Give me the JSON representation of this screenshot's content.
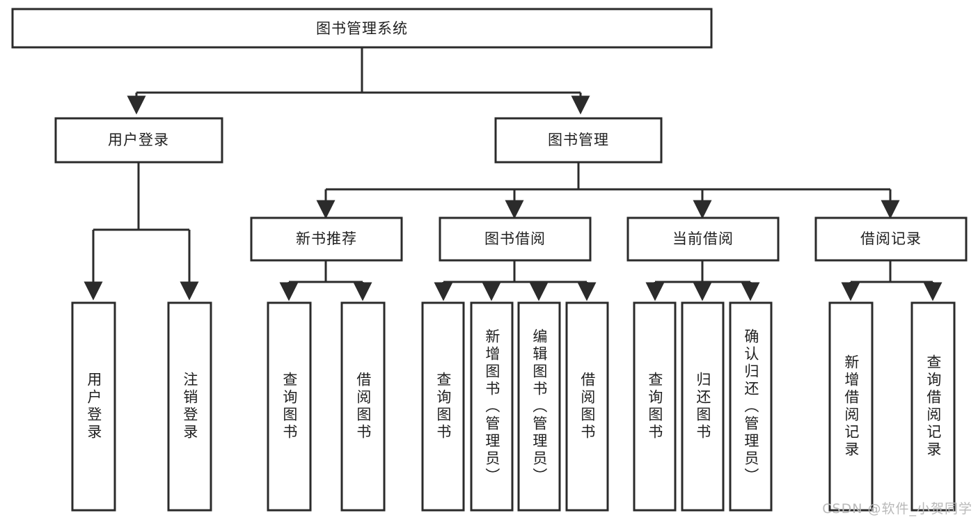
{
  "diagram": {
    "type": "tree-hierarchy",
    "title": "图书管理系统",
    "watermark": "CSDN @软件_小贺同学",
    "colors": {
      "stroke": "#2b2b2b",
      "fill": "#ffffff",
      "text": "#1f1f1f",
      "watermark": "#b9b9b9",
      "background": "#ffffff"
    },
    "levels": {
      "root": {
        "label": "图书管理系统"
      },
      "level2": [
        {
          "label": "用户登录"
        },
        {
          "label": "图书管理"
        }
      ],
      "level3": [
        {
          "label": "新书推荐"
        },
        {
          "label": "图书借阅"
        },
        {
          "label": "当前借阅"
        },
        {
          "label": "借阅记录"
        }
      ],
      "leaves": {
        "user_login": [
          {
            "label": "用户登录"
          },
          {
            "label": "注销登录"
          }
        ],
        "new_book": [
          {
            "label": "查询图书"
          },
          {
            "label": "借阅图书"
          }
        ],
        "book_borrow": [
          {
            "label": "查询图书"
          },
          {
            "label": "新增图书（管理员）"
          },
          {
            "label": "编辑图书（管理员）"
          },
          {
            "label": "借阅图书"
          }
        ],
        "current_borrow": [
          {
            "label": "查询图书"
          },
          {
            "label": "归还图书"
          },
          {
            "label": "确认归还（管理员）"
          }
        ],
        "borrow_record": [
          {
            "label": "新增借阅记录"
          },
          {
            "label": "查询借阅记录"
          }
        ]
      }
    }
  }
}
